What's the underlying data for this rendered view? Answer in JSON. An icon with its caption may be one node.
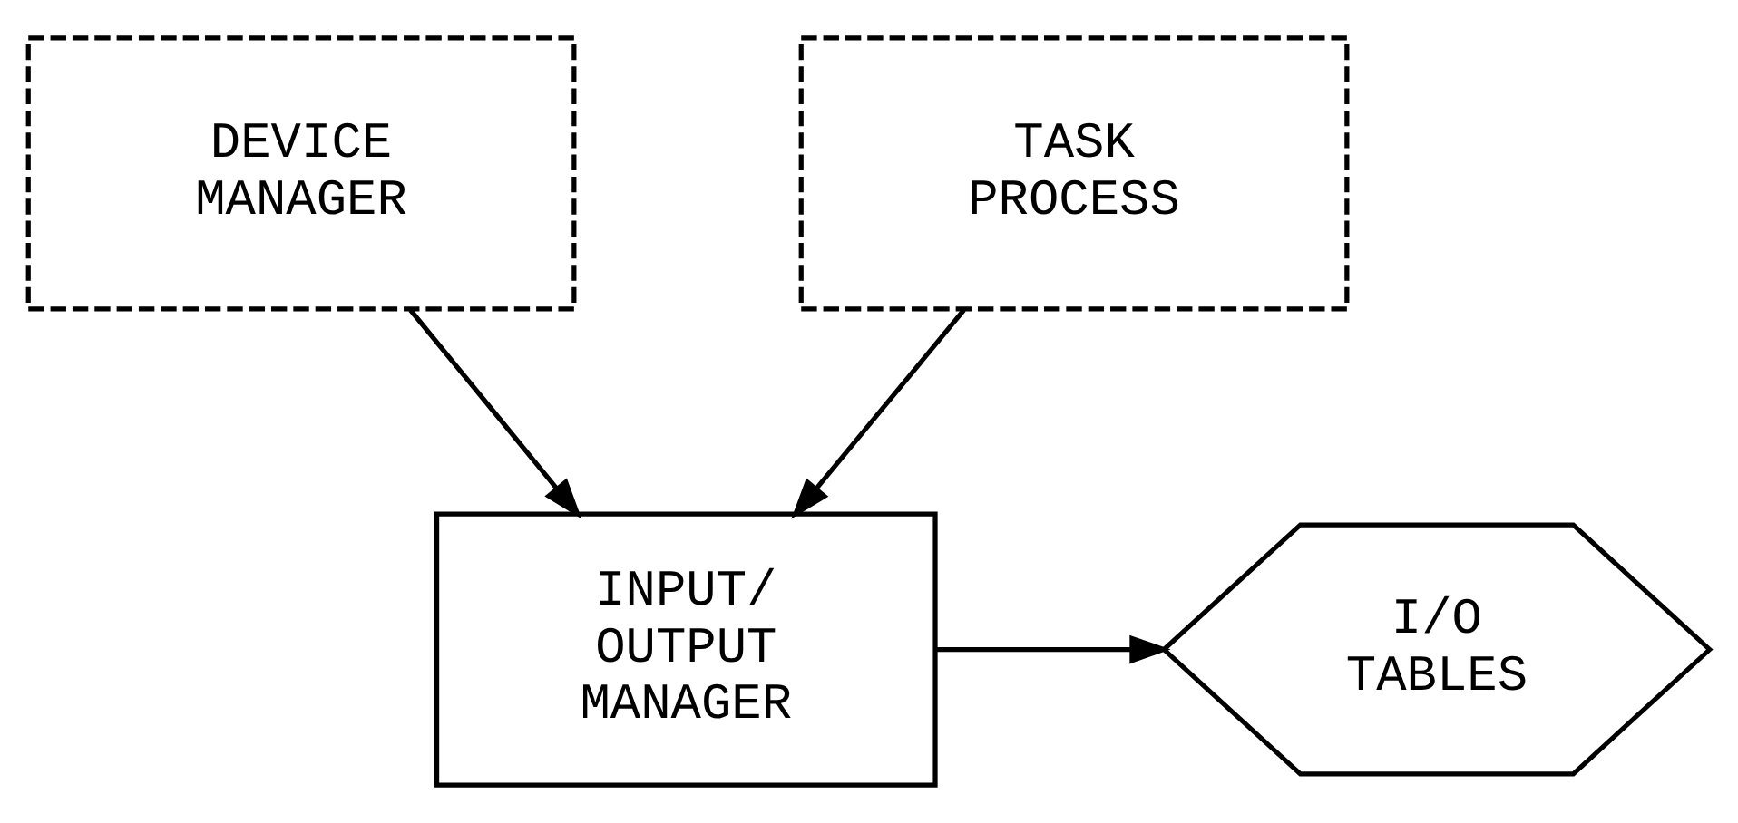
{
  "diagram": {
    "nodes": [
      {
        "text": [
          "DEVICE MANAGER"
        ]
      },
      {
        "text": [
          "TASK PROCESS"
        ]
      },
      {
        "text": [
          "INPUT/ OUTPUT MANAGER"
        ]
      },
      {
        "text": [
          "I/O TABLES"
        ]
      }
    ],
    "edges": [
      {
        "from": 0,
        "to": 2,
        "arrow": "to"
      },
      {
        "from": 1,
        "to": 2,
        "arrow": "to"
      },
      {
        "from": 2,
        "to": 3,
        "arrow": "to"
      }
    ]
  }
}
